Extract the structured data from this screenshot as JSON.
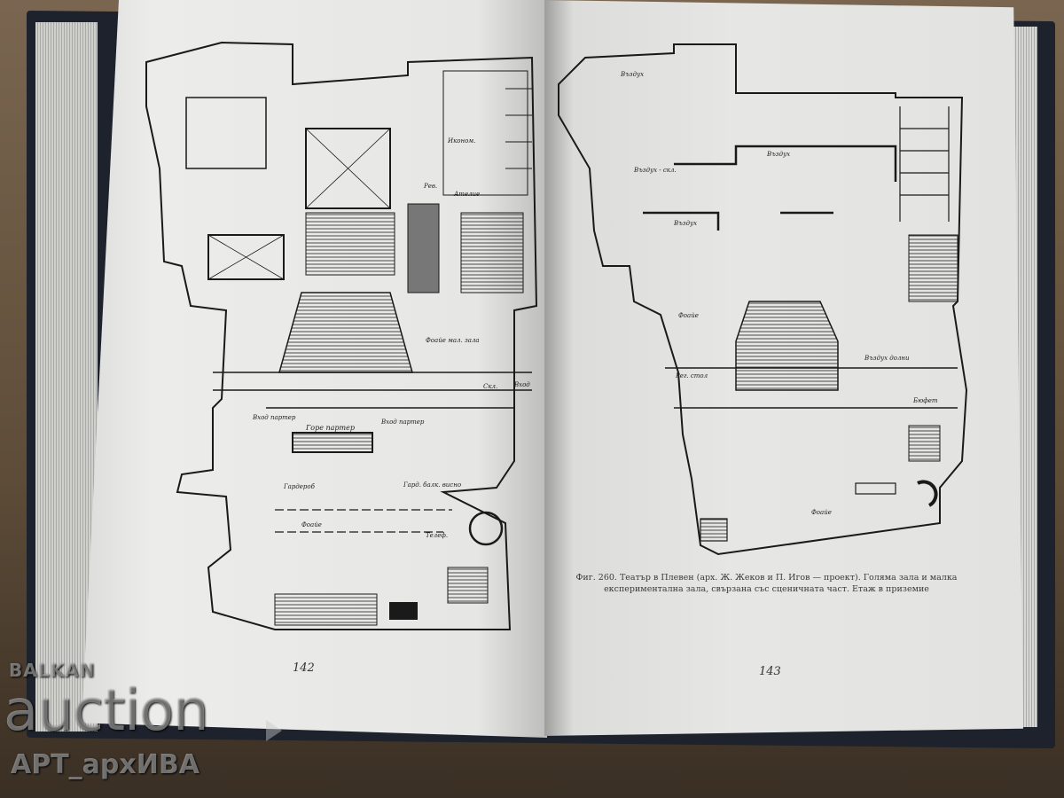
{
  "left_page": {
    "page_number": "142",
    "plan_labels": [
      "Горе партер",
      "Вход партер",
      "Вход партер",
      "Фоайе мал. зала",
      "Скл.",
      "Вход",
      "Гардероб",
      "Гард. балк. висно",
      "Фоайе",
      "Телеф.",
      "Рев.",
      "Ателие",
      "Иконом."
    ]
  },
  "right_page": {
    "page_number": "143",
    "caption": "Фиг. 260. Театър в Плевен (арх. Ж. Жеков и П. Игов — проект). Голяма зала и малка експериментална зала, свързана със сценичната част. Етаж в приземие",
    "plan_labels": [
      "Въздух",
      "Въздух - скл.",
      "Въздух",
      "Въздух",
      "Фоайе",
      "Бюфет",
      "Фоайе",
      "Рег. стол",
      "Въздух долни"
    ]
  },
  "watermark": {
    "brand_top": "BALKAN",
    "brand_main": "auction",
    "seller": "АРТ_архИВА"
  },
  "colors": {
    "page": "#e6e6e4",
    "ink": "#1a1a1a",
    "cover": "#1d222c",
    "table": "#6e5c45"
  }
}
